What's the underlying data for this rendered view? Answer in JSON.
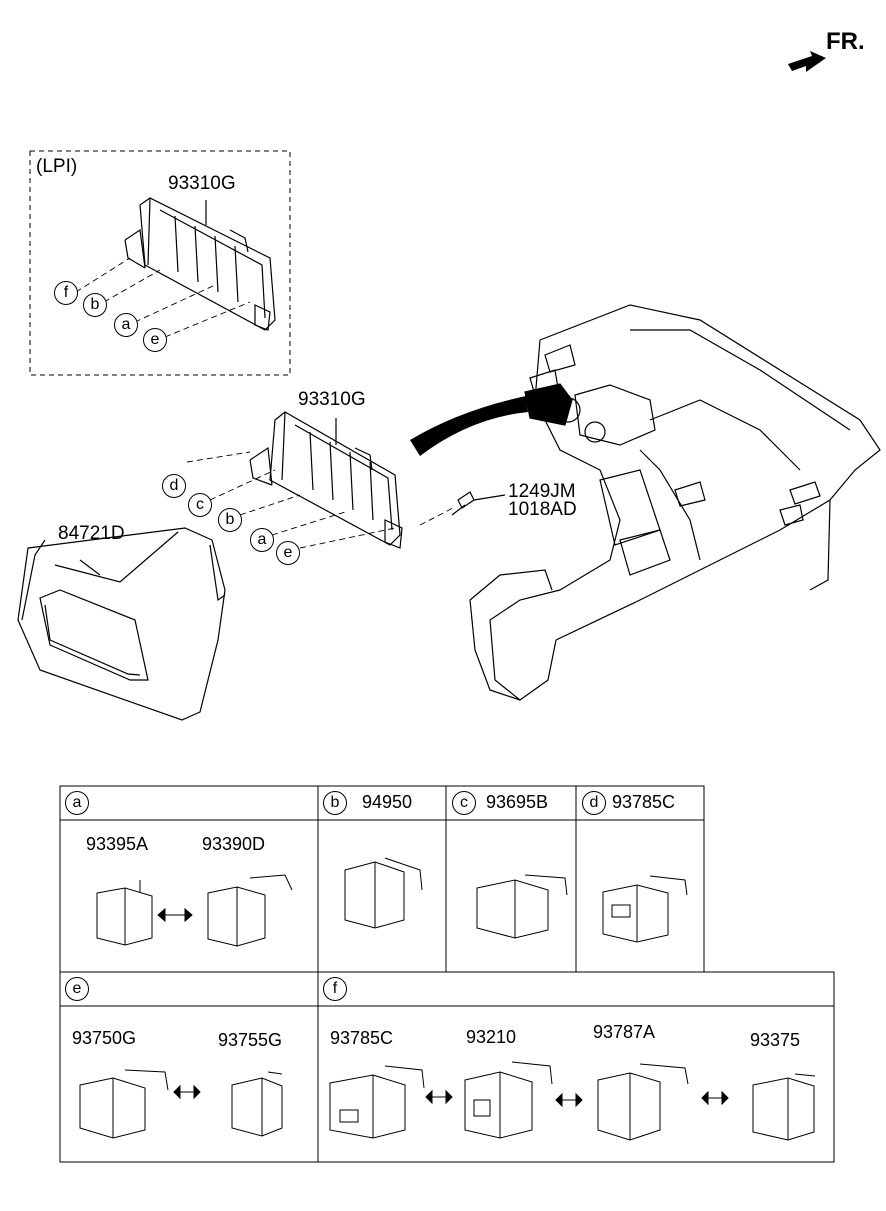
{
  "front_label": "FR.",
  "lpi_label": "(LPI)",
  "parts": {
    "bracket_lpi": "93310G",
    "bracket": "93310G",
    "cover": "84721D",
    "screw_1": "1249JM",
    "screw_2": "1018AD"
  },
  "callouts": {
    "lpi": [
      "f",
      "b",
      "a",
      "e"
    ],
    "main": [
      "d",
      "c",
      "b",
      "a",
      "e"
    ]
  },
  "table": {
    "a": {
      "key": "a",
      "parts": [
        "93395A",
        "93390D"
      ]
    },
    "b": {
      "key": "b",
      "part": "94950"
    },
    "c": {
      "key": "c",
      "part": "93695B"
    },
    "d": {
      "key": "d",
      "part": "93785C"
    },
    "e": {
      "key": "e",
      "parts": [
        "93750G",
        "93755G"
      ]
    },
    "f": {
      "key": "f",
      "parts": [
        "93785C",
        "93210",
        "93787A",
        "93375"
      ]
    }
  }
}
